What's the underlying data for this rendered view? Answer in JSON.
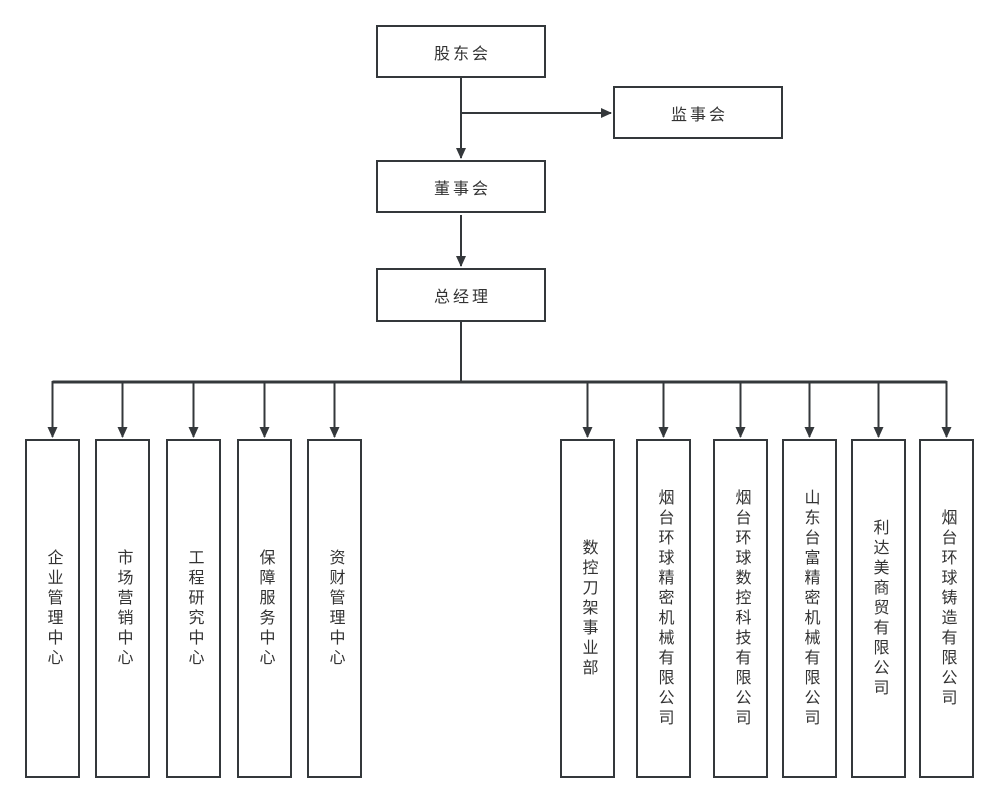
{
  "diagram": {
    "type": "org-chart",
    "top_nodes": {
      "shareholders": "股东会",
      "supervisory_board": "监事会",
      "board_of_directors": "董事会",
      "general_manager": "总经理"
    },
    "centers": [
      "企业管理中心",
      "市场营销中心",
      "工程研究中心",
      "保障服务中心",
      "资财管理中心"
    ],
    "business_units": [
      "数控刀架事业部",
      "烟台环球精密机械有限公司",
      "烟台环球数控科技有限公司",
      "山东台富精密机械有限公司",
      "利达美商贸有限公司",
      "烟台环球铸造有限公司"
    ],
    "colors": {
      "line": "#34383b",
      "node_border": "#34383b",
      "text": "#333333",
      "background": "#ffffff"
    }
  }
}
